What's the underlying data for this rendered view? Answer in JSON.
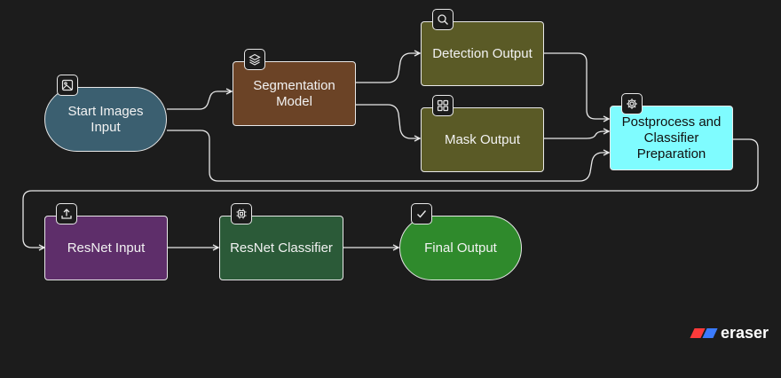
{
  "nodes": {
    "start": {
      "label": "Start Images\nInput",
      "color": "#3b5f70",
      "icon": "image-icon"
    },
    "segmentation": {
      "label": "Segmentation\nModel",
      "color": "#6b4326",
      "icon": "layers-icon"
    },
    "detection": {
      "label": "Detection Output",
      "color": "#5a5a26",
      "icon": "search-icon"
    },
    "mask": {
      "label": "Mask Output",
      "color": "#5a5a26",
      "icon": "grid-icon"
    },
    "postprocess": {
      "label": "Postprocess and\nClassifier\nPreparation",
      "color": "#7ffcff",
      "text_color": "#111111",
      "icon": "gear-icon"
    },
    "resnet_input": {
      "label": "ResNet Input",
      "color": "#5e2e6a",
      "icon": "upload-icon"
    },
    "resnet_classifier": {
      "label": "ResNet Classifier",
      "color": "#2b5a38",
      "icon": "chip-icon"
    },
    "final": {
      "label": "Final Output",
      "color": "#2f8a2c",
      "icon": "check-icon"
    }
  },
  "edges": [
    [
      "start",
      "segmentation"
    ],
    [
      "segmentation",
      "detection"
    ],
    [
      "segmentation",
      "mask"
    ],
    [
      "detection",
      "postprocess"
    ],
    [
      "mask",
      "postprocess"
    ],
    [
      "start",
      "postprocess"
    ],
    [
      "postprocess",
      "resnet_input"
    ],
    [
      "resnet_input",
      "resnet_classifier"
    ],
    [
      "resnet_classifier",
      "final"
    ]
  ],
  "brand": {
    "name": "eraser",
    "colors": [
      "#ff3b3b",
      "#3b7bff"
    ]
  }
}
